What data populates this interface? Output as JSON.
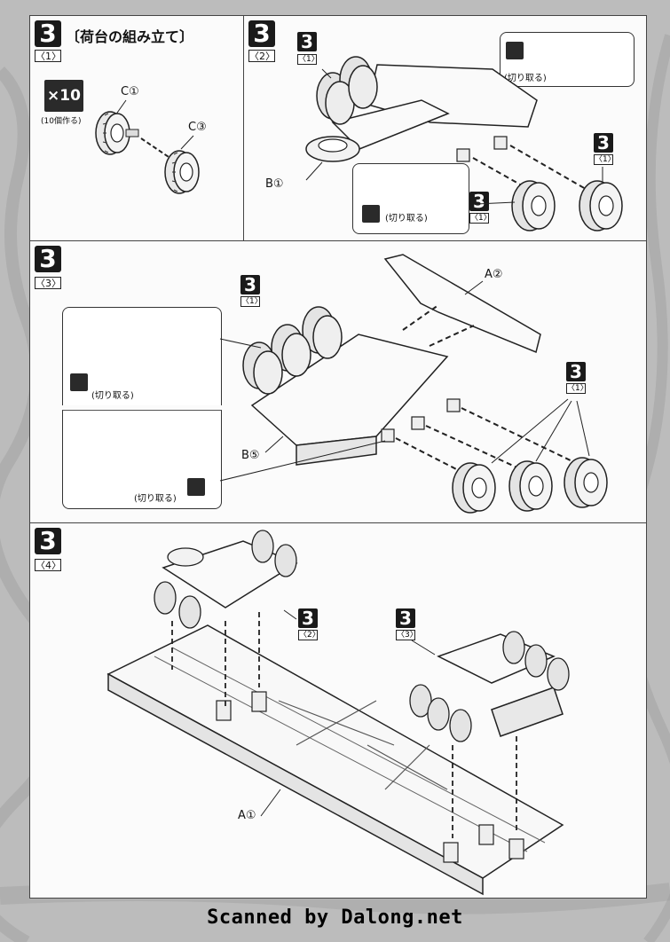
{
  "steps": {
    "s1": {
      "num": "3",
      "sub": "〈1〉",
      "title": "〔荷台の組み立て〕",
      "badge": "×10",
      "badge_note": "(10個作る)",
      "labels": [
        "C①",
        "C③"
      ]
    },
    "s2": {
      "num": "3",
      "sub": "〈2〉",
      "labels": [
        "B①"
      ],
      "cut_text": "(切り取る)",
      "ref_num": "3",
      "ref_sub": "〈1〉"
    },
    "s3": {
      "num": "3",
      "sub": "〈3〉",
      "labels": [
        "A②",
        "B⑤"
      ],
      "cut_text": "(切り取る)",
      "ref_num": "3",
      "ref_sub": "〈1〉"
    },
    "s4": {
      "num": "3",
      "sub": "〈4〉",
      "labels": [
        "A①"
      ],
      "ref2_num": "3",
      "ref2_sub": "〈2〉",
      "ref3_num": "3",
      "ref3_sub": "〈3〉"
    }
  },
  "footer": "Scanned by Dalong.net"
}
